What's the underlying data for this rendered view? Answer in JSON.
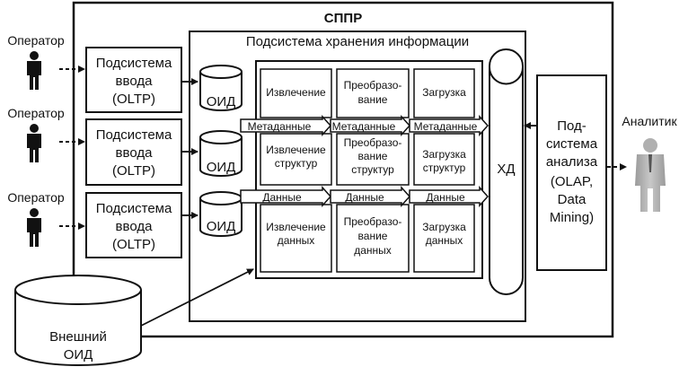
{
  "title": "СППР",
  "storage_title": "Подсистема хранения информации",
  "operator_label": "Оператор",
  "analyst_label": "Аналитик",
  "oltp": [
    "Подсистема",
    "ввода",
    "(OLTP)"
  ],
  "oid_label": "ОИД",
  "dw_label": "ХД",
  "analysis": [
    "Под-",
    "система",
    "анализа",
    "(OLAP,",
    "Data",
    "Mining)"
  ],
  "external": [
    "Внешний",
    "ОИД"
  ],
  "etl": {
    "r1": [
      [
        "Извлечение"
      ],
      [
        "Преобразо-",
        "вание"
      ],
      [
        "Загрузка"
      ]
    ],
    "r2": [
      [
        "Извлечение",
        "структур"
      ],
      [
        "Преобразо-",
        "вание",
        "структур"
      ],
      [
        "Загрузка",
        "структур"
      ]
    ],
    "r3": [
      [
        "Извлечение",
        "данных"
      ],
      [
        "Преобразо-",
        "вание",
        "данных"
      ],
      [
        "Загрузка",
        "данных"
      ]
    ]
  },
  "meta_label": "Метаданные",
  "data_label": "Данные"
}
